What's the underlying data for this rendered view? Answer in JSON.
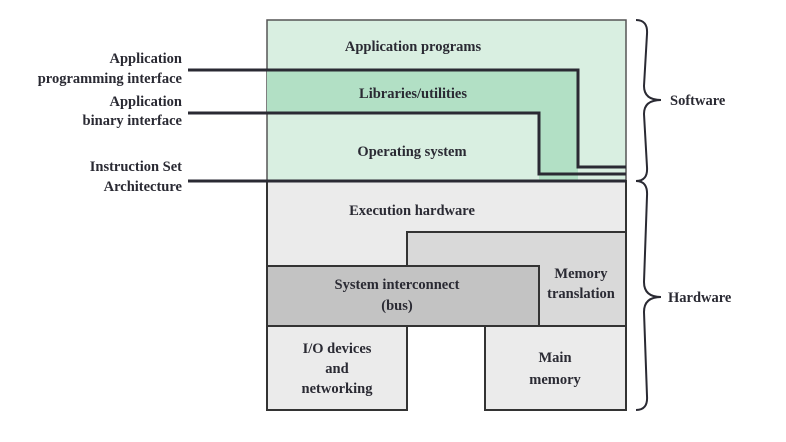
{
  "layers": {
    "application_programs": "Application programs",
    "libraries": "Libraries/utilities",
    "operating_system": "Operating system",
    "execution_hardware": "Execution hardware",
    "memory_translation": [
      "Memory",
      "translation"
    ],
    "system_interconnect": [
      "System interconnect",
      "(bus)"
    ],
    "io_devices": [
      "I/O devices",
      "and",
      "networking"
    ],
    "main_memory": [
      "Main",
      "memory"
    ]
  },
  "interfaces": {
    "api": [
      "Application",
      "programming interface"
    ],
    "abi": [
      "Application",
      "binary interface"
    ],
    "isa": [
      "Instruction Set",
      "Architecture"
    ]
  },
  "groups": {
    "software": "Software",
    "hardware": "Hardware"
  },
  "colors": {
    "app": "#d9efe1",
    "lib": "#b2e0c5",
    "exec": "#ebebeb",
    "memtrans": "#d9d9d9",
    "bus": "#c3c3c3",
    "line": "#2a2a33"
  }
}
